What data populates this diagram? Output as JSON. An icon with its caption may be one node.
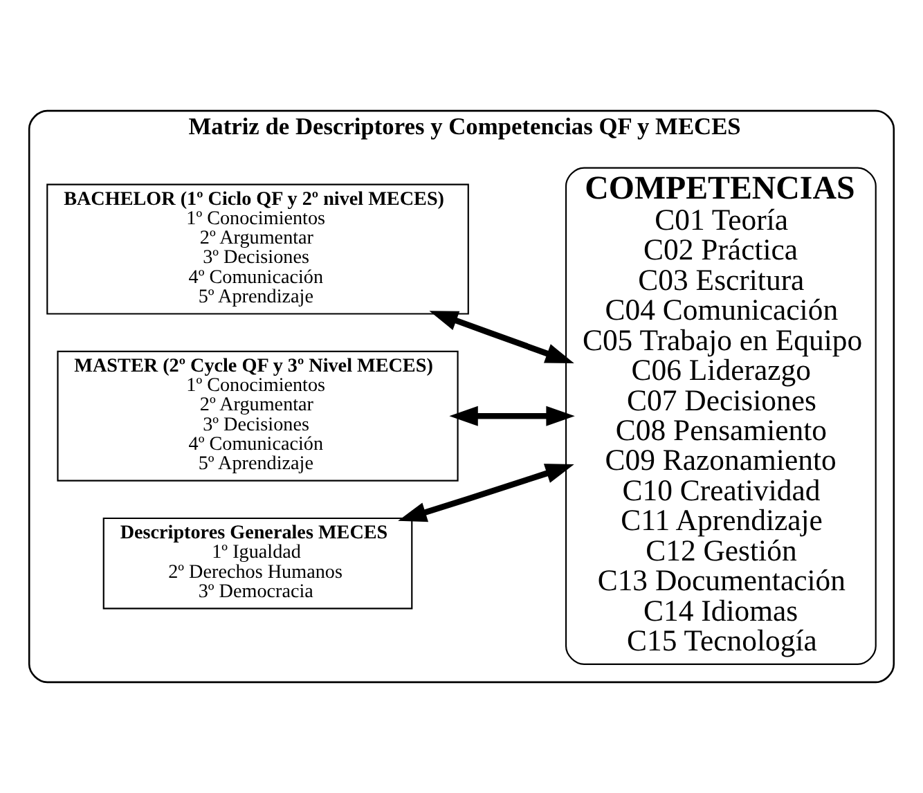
{
  "diagram": {
    "nodes": [
      {
        "text": [
          "Matriz de Descriptores y Competencias QF y MECES"
        ]
      },
      {
        "text": [
          "BACHELOR (1º Ciclo QF y 2º nivel MECES)",
          "1º Conocimientos",
          "2º Argumentar",
          "3º Decisiones",
          "4º Comunicación",
          "5º Aprendizaje"
        ],
        "in": 0
      },
      {
        "text": [
          "MASTER (2º Cycle QF y 3º Nivel MECES)",
          "1º Conocimientos",
          "2º Argumentar",
          "3º Decisiones",
          "4º Comunicación",
          "5º Aprendizaje"
        ],
        "in": 0
      },
      {
        "text": [
          "Descriptores Generales MECES",
          "1º Igualdad",
          "2º Derechos Humanos",
          "3º Democracia"
        ],
        "in": 0
      },
      {
        "text": [
          "COMPETENCIAS",
          "C01 Teoría",
          "C02 Práctica",
          "C03 Escritura",
          "C04 Comunicación",
          "C05 Trabajo en Equipo",
          "C06 Liderazgo",
          "C07 Decisiones",
          "C08 Pensamiento",
          "C09 Razonamiento",
          "C10 Creatividad",
          "C11 Aprendizaje",
          "C12 Gestión",
          "C13 Documentación",
          "C14 Idiomas",
          "C15 Tecnología"
        ],
        "in": 0
      }
    ],
    "edges": [
      {
        "from": 1,
        "to": 4,
        "arrow": "both"
      },
      {
        "from": 2,
        "to": 4,
        "arrow": "both"
      },
      {
        "from": 3,
        "to": 4,
        "arrow": "both"
      }
    ]
  }
}
